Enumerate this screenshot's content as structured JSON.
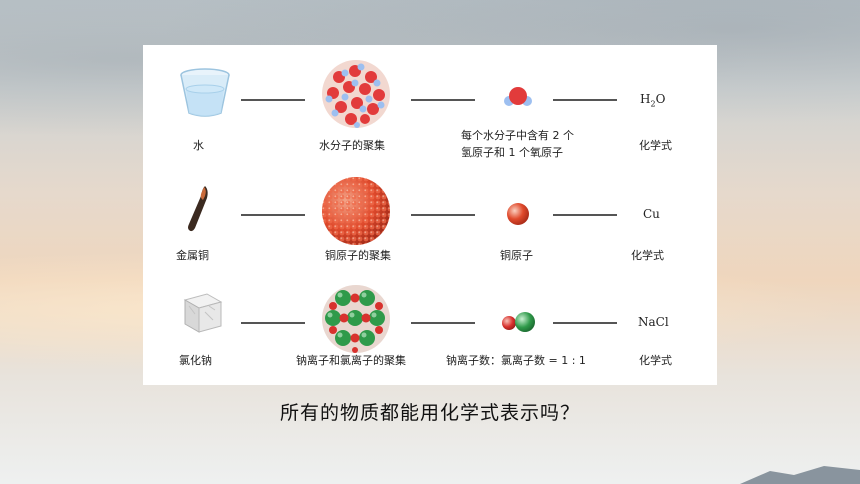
{
  "question": "所有的物质都能用化学式表示吗？",
  "rows": [
    {
      "substance": "水",
      "aggregate": "水分子的聚集",
      "particle_line1": "每个水分子中含有 2 个",
      "particle_line2": "氢原子和 1 个氧原子",
      "formula_main": "H",
      "formula_sub": "2",
      "formula_tail": "O",
      "formula_label": "化学式"
    },
    {
      "substance": "金属铜",
      "aggregate": "铜原子的聚集",
      "particle_line1": "铜原子",
      "formula_main": "Cu",
      "formula_label": "化学式"
    },
    {
      "substance": "氯化钠",
      "aggregate": "钠离子和氯离子的聚集",
      "particle_line1": "钠离子数：氯离子数 = 1 : 1",
      "formula_main": "NaCl",
      "formula_label": "化学式"
    }
  ],
  "colors": {
    "water_red": "#e23b3b",
    "water_blue": "#8fb4e8",
    "copper_red": "#e04a2c",
    "sodium_green": "#2f9a4a",
    "chlorine_red": "#d8322e"
  }
}
